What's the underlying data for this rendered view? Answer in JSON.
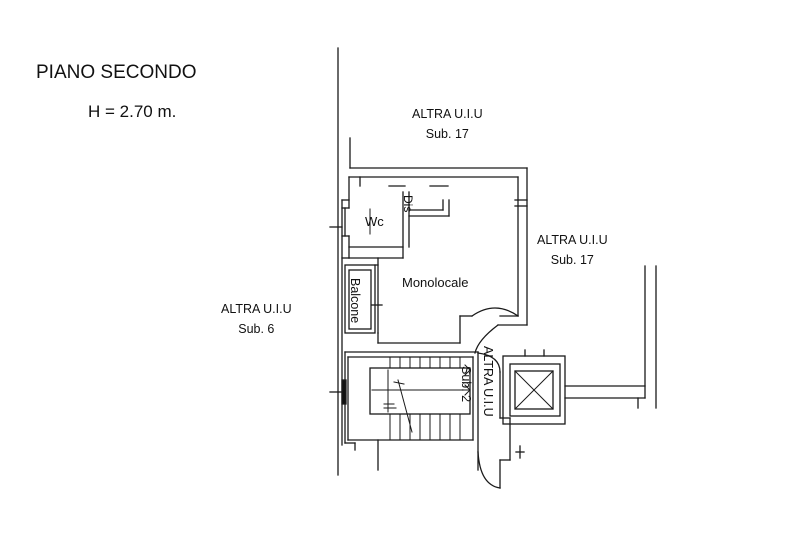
{
  "header": {
    "title": "PIANO SECONDO",
    "height": "H = 2.70 m."
  },
  "rooms": {
    "wc": "Wc",
    "dis": "Dis",
    "monolocale": "Monolocale",
    "balcone": "Balcone"
  },
  "neighbours": {
    "top": {
      "name": "ALTRA U.I.U",
      "sub": "Sub. 17"
    },
    "right": {
      "name": "ALTRA U.I.U",
      "sub": "Sub. 17"
    },
    "left": {
      "name": "ALTRA U.I.U",
      "sub": "Sub. 6"
    },
    "stair": {
      "name": "ALTRA U.I.U",
      "sub": "Sub. 2"
    }
  }
}
